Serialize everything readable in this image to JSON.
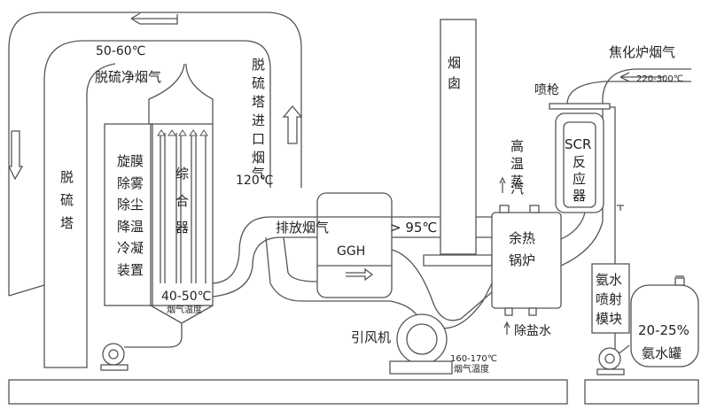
{
  "labels": {
    "temp_top": "50-60℃",
    "clean_gas": "脱硫净烟气",
    "tower": [
      "脱",
      "硫",
      "塔"
    ],
    "inlet_gas": [
      "脱",
      "硫",
      "塔",
      "进",
      "口",
      "烟",
      "气"
    ],
    "inlet_temp": "120℃",
    "chimney": [
      "烟",
      "囱"
    ],
    "demister": [
      "旋膜",
      "除雾",
      "除尘",
      "降温",
      "冷凝",
      "装置"
    ],
    "composite": [
      "综",
      "合",
      "器"
    ],
    "temp_mid": "40-50℃",
    "flue_temp_caption": "烟气温度",
    "exhaust": "排放烟气",
    "gt95": "> 95℃",
    "ggh": "GGH",
    "steam": [
      "高",
      "温",
      "蒸",
      "汽"
    ],
    "boiler": [
      "余热",
      "锅炉"
    ],
    "desalted": "除盐水",
    "fan": "引风机",
    "fan_temp": "160-170℃",
    "fan_temp_caption": "烟气温度",
    "scr": [
      "SCR",
      "反",
      "应",
      "器"
    ],
    "spray_gun": "喷枪",
    "coke_gas": "焦化炉烟气",
    "coke_temp": "220-300℃",
    "ammonia_module": [
      "氨水",
      "喷射",
      "模块"
    ],
    "ammonia_tank": [
      "20-25%",
      "氨水罐"
    ]
  }
}
